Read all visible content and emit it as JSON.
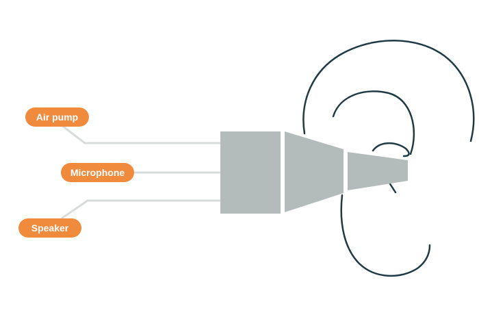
{
  "labels": {
    "air_pump": "Air pump",
    "microphone": "Microphone",
    "speaker": "Speaker"
  },
  "colors": {
    "label_fill": "#f08a3c",
    "label_text": "#ffffff",
    "connector": "#d8dcdc",
    "probe": "#b3bbbb",
    "ear_outline": "#1f3a44"
  },
  "icons": {
    "ear": "ear-outline-icon",
    "probe": "ear-probe-icon"
  }
}
